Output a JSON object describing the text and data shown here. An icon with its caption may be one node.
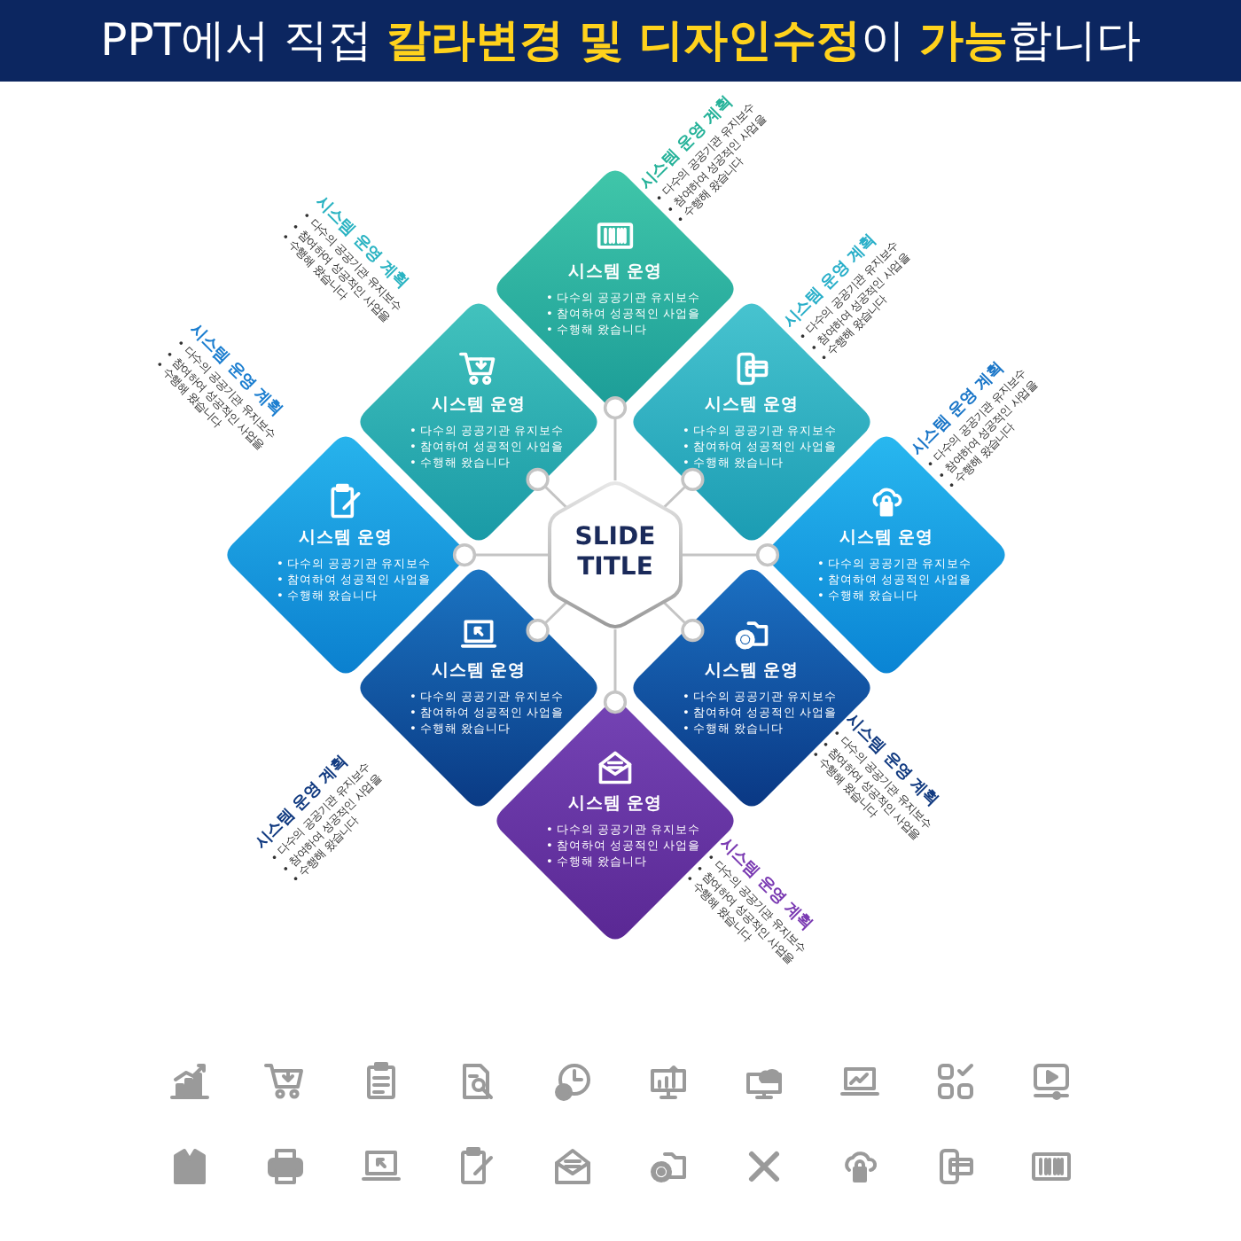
{
  "diagram": {
    "title": "PPT에서 직접 **칼라변경 및 디자인수정**이 **가능**합니다",
    "nodes": [
      {
        "text": [
          "시스템 운영",
          "• 다수의 공공기관 유지보수",
          "• 참여하여 성공적인 사업을",
          "• 수행해 왔습니다"
        ],
        "beside": [
          "시스템 운영 계획",
          "• 다수의 공공기관 유지보수",
          "• 참여하여 성공적인 사업을",
          "• 수행해 왔습니다"
        ]
      },
      {
        "text": [
          "시스템 운영",
          "• 다수의 공공기관 유지보수",
          "• 참여하여 성공적인 사업을",
          "• 수행해 왔습니다"
        ],
        "beside": [
          "시스템 운영 계획",
          "• 다수의 공공기관 유지보수",
          "• 참여하여 성공적인 사업을",
          "• 수행해 왔습니다"
        ]
      },
      {
        "text": [
          "시스템 운영",
          "• 다수의 공공기관 유지보수",
          "• 참여하여 성공적인 사업을",
          "• 수행해 왔습니다"
        ],
        "beside": [
          "시스템 운영 계획",
          "• 다수의 공공기관 유지보수",
          "• 참여하여 성공적인 사업을",
          "• 수행해 왔습니다"
        ]
      },
      {
        "text": [
          "시스템 운영",
          "• 다수의 공공기관 유지보수",
          "• 참여하여 성공적인 사업을",
          "• 수행해 왔습니다"
        ],
        "beside": [
          "시스템 운영 계획",
          "• 다수의 공공기관 유지보수",
          "• 참여하여 성공적인 사업을",
          "• 수행해 왔습니다"
        ]
      },
      {
        "text": [
          "SLIDE TITLE"
        ]
      },
      {
        "text": [
          "시스템 운영",
          "• 다수의 공공기관 유지보수",
          "• 참여하여 성공적인 사업을",
          "• 수행해 왔습니다"
        ],
        "beside": [
          "시스템 운영 계획",
          "• 다수의 공공기관 유지보수",
          "• 참여하여 성공적인 사업을",
          "• 수행해 왔습니다"
        ]
      },
      {
        "text": [
          "시스템 운영",
          "• 다수의 공공기관 유지보수",
          "• 참여하여 성공적인 사업을",
          "• 수행해 왔습니다"
        ],
        "beside": [
          "시스템 운영 계획",
          "• 다수의 공공기관 유지보수",
          "• 참여하여 성공적인 사업을",
          "• 수행해 왔습니다"
        ]
      },
      {
        "text": [
          "시스템 운영",
          "• 다수의 공공기관 유지보수",
          "• 참여하여 성공적인 사업을",
          "• 수행해 왔습니다"
        ],
        "beside": [
          "시스템 운영 계획",
          "• 다수의 공공기관 유지보수",
          "• 참여하여 성공적인 사업을",
          "• 수행해 왔습니다"
        ]
      },
      {
        "text": [
          "시스템 운영",
          "• 다수의 공공기관 유지보수",
          "• 참여하여 성공적인 사업을",
          "• 수행해 왔습니다"
        ],
        "beside": [
          "시스템 운영 계획",
          "• 다수의 공공기관 유지보수",
          "• 참여하여 성공적인 사업을",
          "• 수행해 왔습니다"
        ]
      }
    ],
    "edges": [
      {
        "from": 4,
        "to": 0,
        "arrow": "other"
      },
      {
        "from": 4,
        "to": 1,
        "arrow": "other"
      },
      {
        "from": 4,
        "to": 2,
        "arrow": "other"
      },
      {
        "from": 4,
        "to": 3,
        "arrow": "other"
      },
      {
        "from": 4,
        "to": 5,
        "arrow": "other"
      },
      {
        "from": 4,
        "to": 6,
        "arrow": "other"
      },
      {
        "from": 4,
        "to": 7,
        "arrow": "other"
      },
      {
        "from": 4,
        "to": 8,
        "arrow": "other"
      }
    ]
  }
}
